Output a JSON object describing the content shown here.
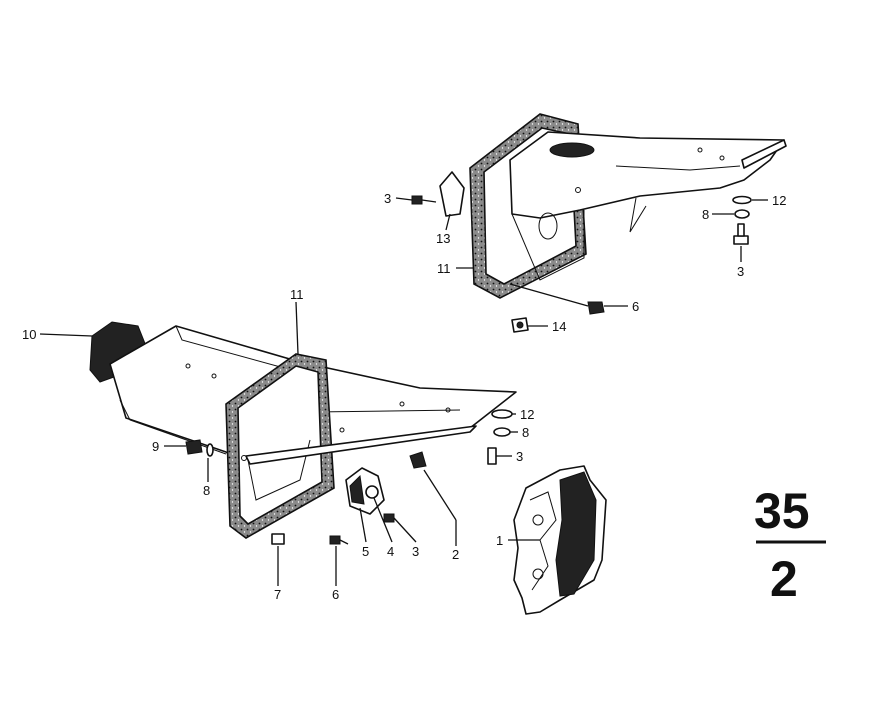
{
  "figure": {
    "top": "35",
    "bottom": "2"
  },
  "callouts": {
    "c1": "1",
    "c2": "2",
    "c3_lower_a": "3",
    "c3_lower_b": "3",
    "c3_upper_left": "3",
    "c3_upper_right": "3",
    "c4": "4",
    "c5": "5",
    "c6_lower": "6",
    "c6_upper": "6",
    "c7": "7",
    "c8_lower_left": "8",
    "c8_lower_right": "8",
    "c8_upper": "8",
    "c9": "9",
    "c10": "10",
    "c11_lower": "11",
    "c11_upper": "11",
    "c12_lower": "12",
    "c12_upper": "12",
    "c13": "13",
    "c14": "14"
  }
}
